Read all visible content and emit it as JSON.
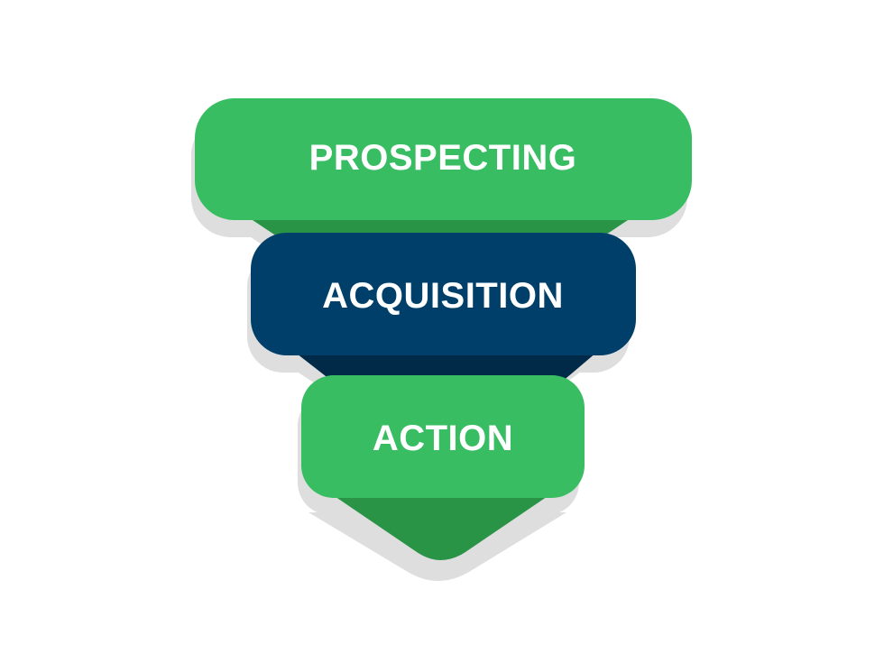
{
  "colors": {
    "background": "#ffffff",
    "shadow": "#dedede",
    "green": "#38bd63",
    "green_dark": "#2a9446",
    "navy": "#003f69",
    "navy_dark": "#002a48",
    "label": "#ffffff"
  },
  "funnel": {
    "stages": [
      {
        "label": "PROSPECTING",
        "color": "green"
      },
      {
        "label": "ACQUISITION",
        "color": "navy"
      },
      {
        "label": "ACTION",
        "color": "green"
      }
    ]
  }
}
